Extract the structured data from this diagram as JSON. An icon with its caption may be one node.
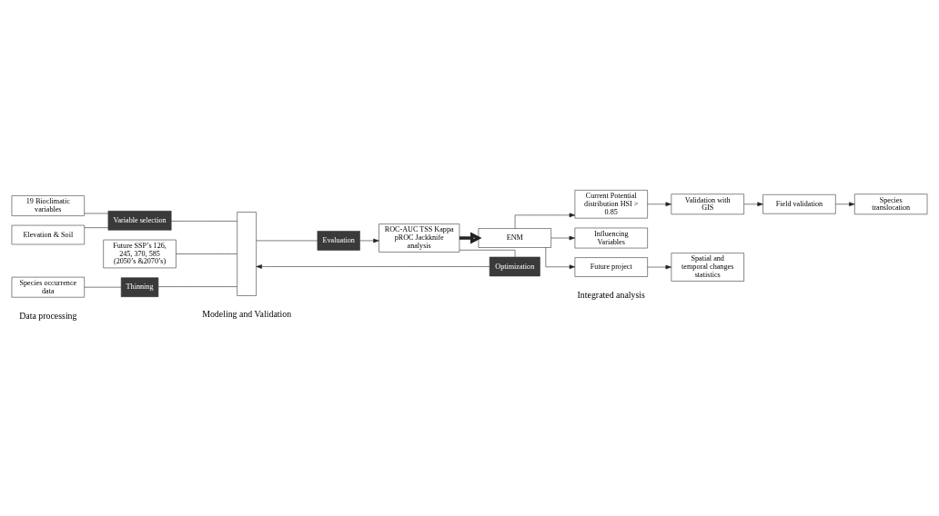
{
  "diagram": {
    "nodes": [
      {
        "text": [
          "19 Bioclimatic variables"
        ]
      },
      {
        "text": [
          "Variable selection"
        ]
      },
      {
        "text": [
          "Elevation & Soil"
        ]
      },
      {
        "text": [
          "Future SSP’s 126, 245, 370, 585 (2050’s &2070’s)"
        ]
      },
      {
        "text": [
          "Thinning"
        ]
      },
      {
        "text": [
          "Species occurrence data"
        ]
      },
      {
        "text": [],
        "shape": "box"
      },
      {
        "text": [
          "Evaluation"
        ]
      },
      {
        "text": [
          "ROC-AUC TSS Kappa pROC Jackknife analysis"
        ]
      },
      {
        "text": [
          "Optimization"
        ]
      },
      {
        "text": [
          "ENM"
        ]
      },
      {
        "text": [
          "Influencing Variables"
        ]
      },
      {
        "text": [
          "Current Potential distribution HSI > 0.85"
        ]
      },
      {
        "text": [
          "Validation with GIS"
        ]
      },
      {
        "text": [
          "Field validation"
        ]
      },
      {
        "text": [
          "Species translocation"
        ]
      },
      {
        "text": [
          "Future project"
        ]
      },
      {
        "text": [
          "Spatial and temporal changes statistics"
        ]
      }
    ],
    "edges": [
      {
        "from": 0,
        "to": 1,
        "arrow": "none"
      },
      {
        "from": 2,
        "to": 1,
        "arrow": "none"
      },
      {
        "from": 5,
        "to": 4,
        "arrow": "none"
      },
      {
        "from": 1,
        "to": 6,
        "arrow": "none"
      },
      {
        "from": 4,
        "to": 6,
        "arrow": "none"
      },
      {
        "from": 3,
        "to": 6,
        "arrow": "none"
      },
      {
        "from": 6,
        "to": 7,
        "arrow": "none"
      },
      {
        "from": 7,
        "to": 8,
        "arrow": "to"
      },
      {
        "from": 8,
        "to": 9,
        "arrow": "none"
      },
      {
        "from": 9,
        "to": 6,
        "arrow": "to"
      },
      {
        "from": 8,
        "to": 10,
        "arrow": "to",
        "style": "thick"
      },
      {
        "from": 10,
        "to": 11,
        "arrow": "to"
      },
      {
        "from": 10,
        "to": 12,
        "arrow": "to"
      },
      {
        "from": 10,
        "to": 16,
        "arrow": "to"
      },
      {
        "from": 12,
        "to": 13,
        "arrow": "to"
      },
      {
        "from": 13,
        "to": 14,
        "arrow": "to"
      },
      {
        "from": 14,
        "to": 15,
        "arrow": "to"
      },
      {
        "from": 16,
        "to": 17,
        "arrow": "to"
      }
    ],
    "labels": [
      "Data processing",
      "Modeling and Validation",
      "Integrated analysis"
    ]
  }
}
